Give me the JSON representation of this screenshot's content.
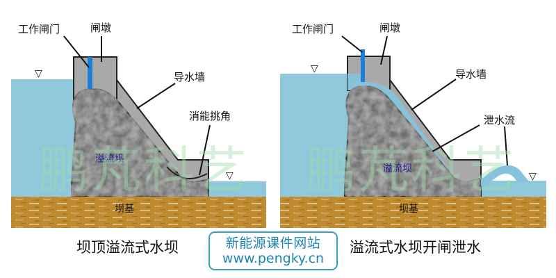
{
  "colors": {
    "water": "#8ec8da",
    "water_flow": "#86c3da",
    "gate": "#1a7fd9",
    "pier": "#a9a9a9",
    "dam_body": "#6f6f6f",
    "foundation": "#c08a2e",
    "outline": "#222222",
    "dam_label": "#1a1a8c",
    "watermark": "#9fdcae",
    "logo": "#1f87b4"
  },
  "left_diagram": {
    "labels": {
      "gate": "工作闸门",
      "pier": "闸墩",
      "guide_wall": "导水墙",
      "ski_jump": "消能挑角",
      "dam": "溢流坝",
      "foundation": "坝基"
    },
    "water_level_symbol": "▽",
    "caption": "坝顶溢流式水坝"
  },
  "right_diagram": {
    "labels": {
      "gate": "工作闸门",
      "pier": "闸墩",
      "guide_wall": "导水墙",
      "discharge_flow": "泄水流",
      "dam": "溢流坝",
      "foundation": "坝基"
    },
    "water_level_symbol": "▽",
    "caption": "溢流式水坝开闸泄水"
  },
  "watermark": "鹏芃科艺",
  "logo": {
    "line1": "新能源课件网站",
    "line2": "www.pengky.cn"
  }
}
